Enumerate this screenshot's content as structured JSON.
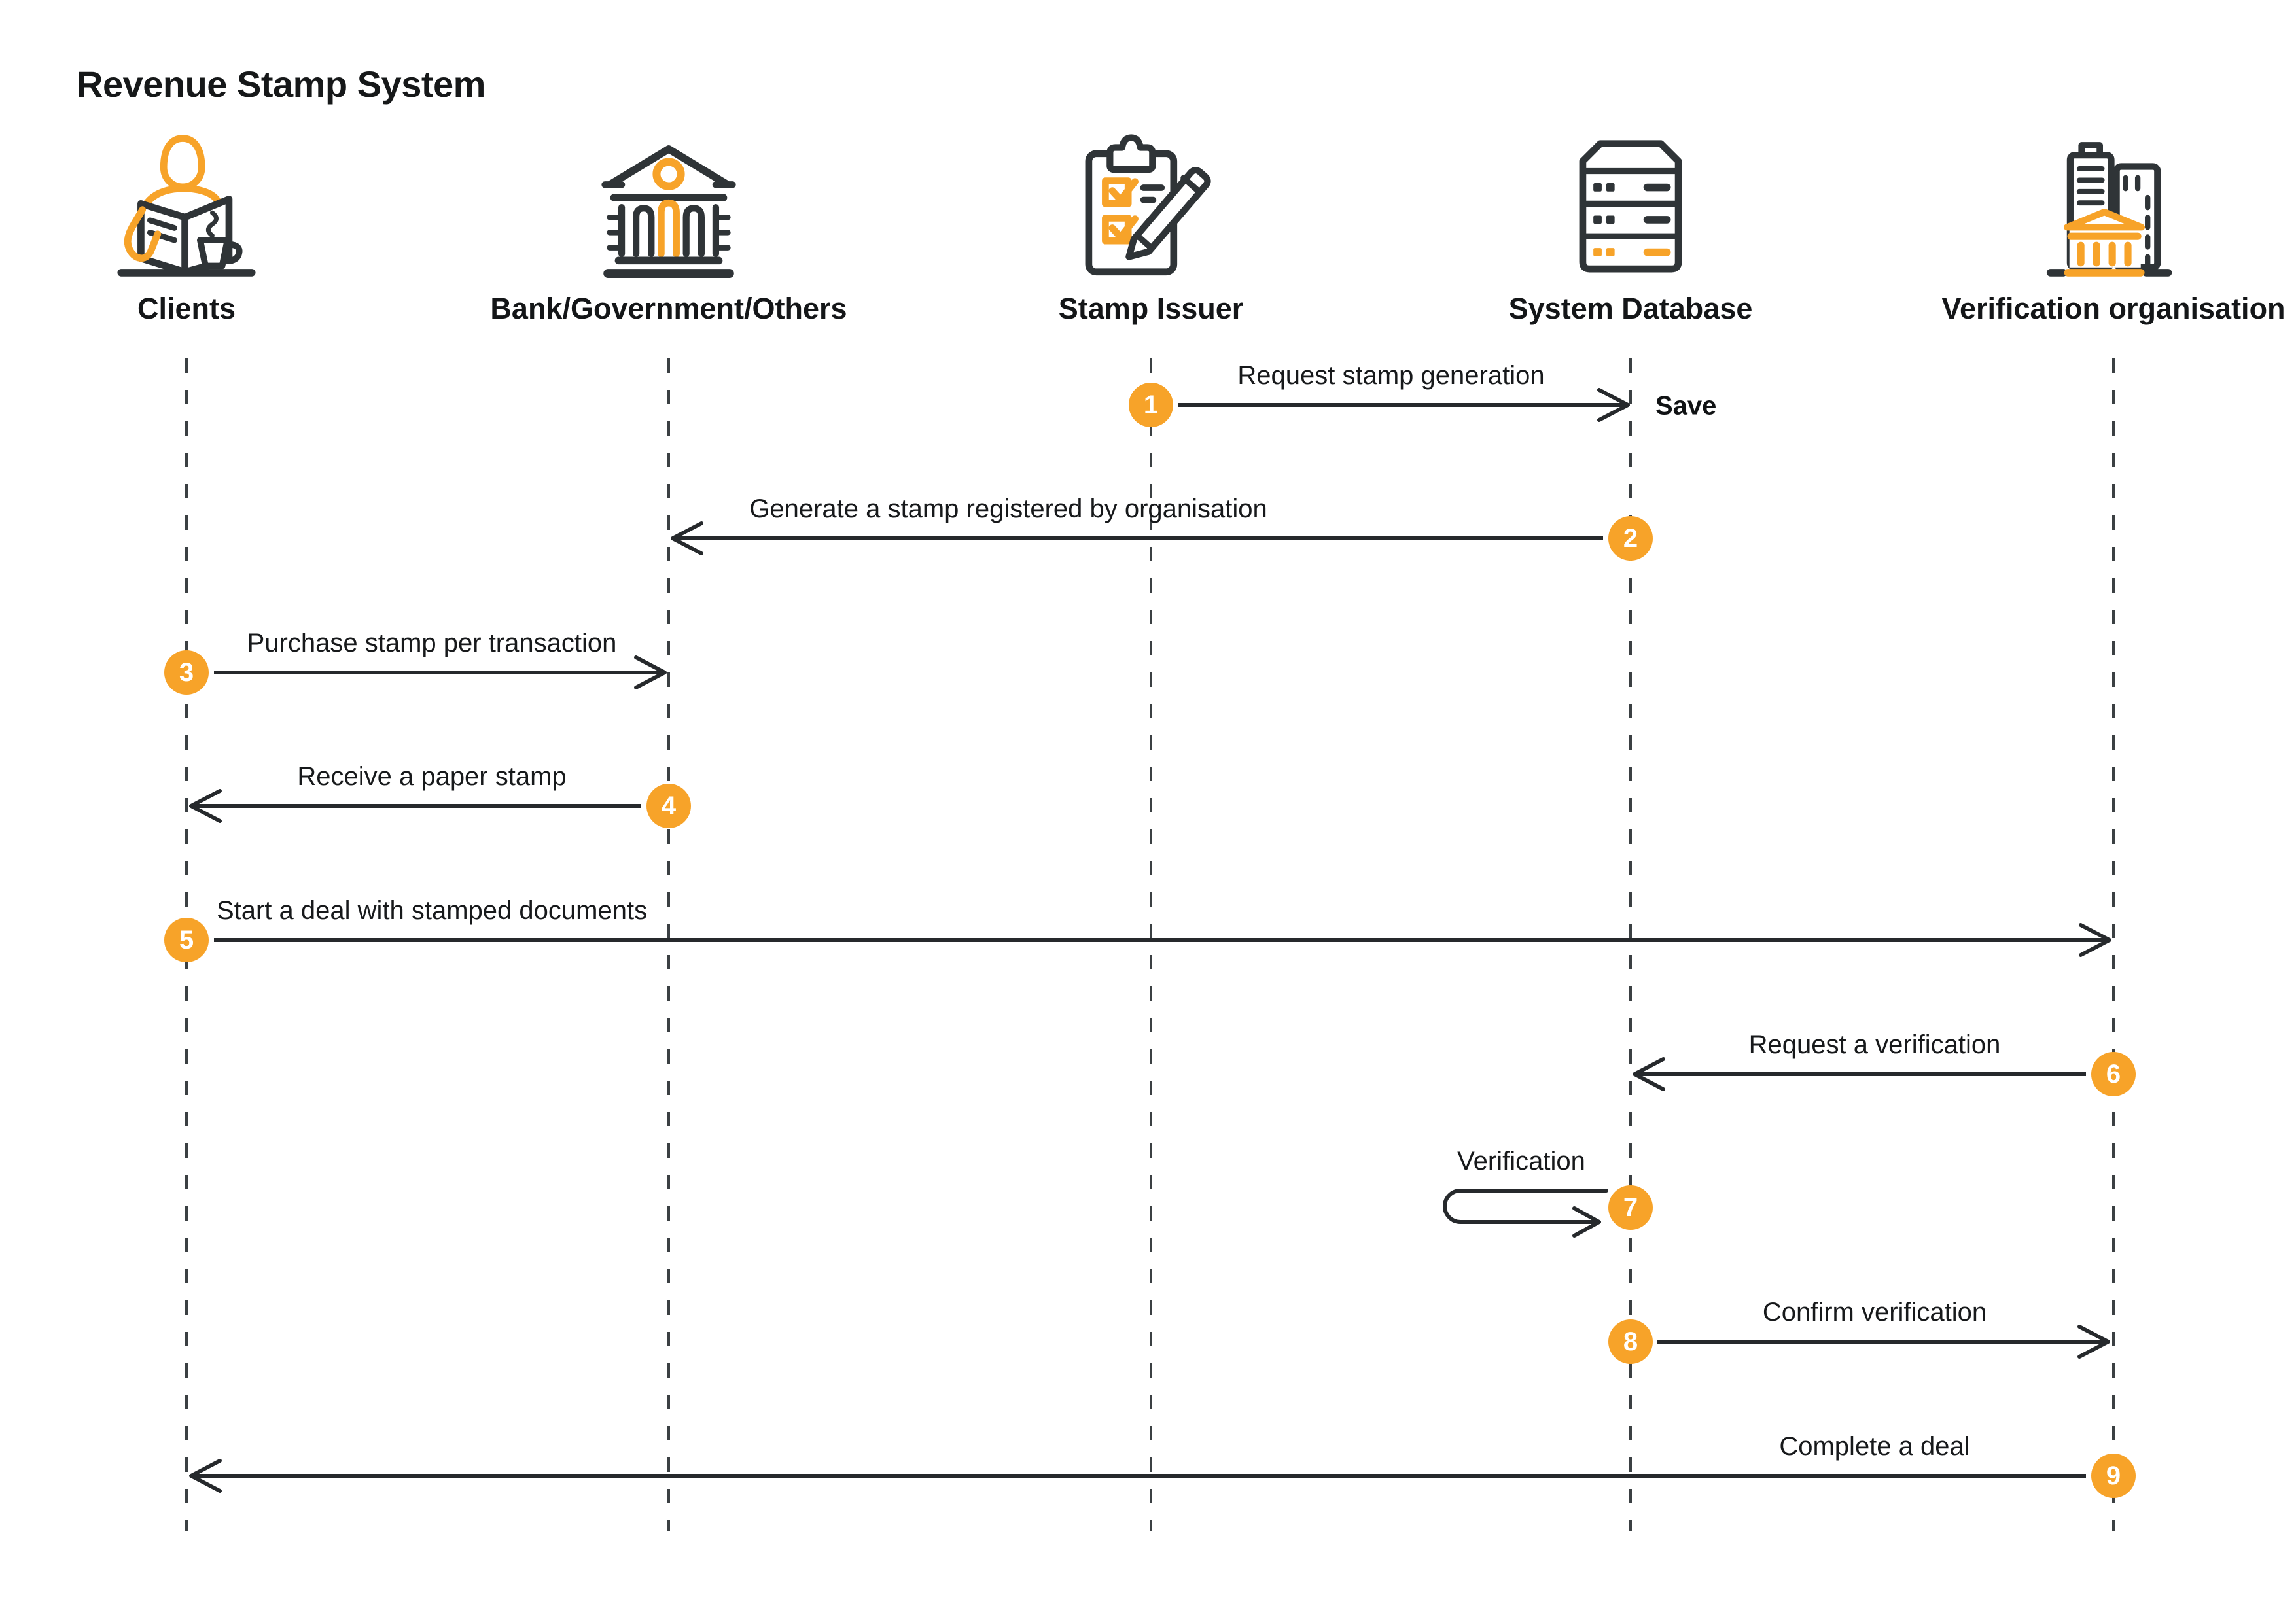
{
  "title": "Revenue Stamp System",
  "accent_color": "#F7A329",
  "actors": [
    {
      "name": "Clients",
      "icon": "person-reading-icon"
    },
    {
      "name": "Bank/Government/Others",
      "icon": "bank-building-icon"
    },
    {
      "name": "Stamp Issuer",
      "icon": "clipboard-pencil-icon"
    },
    {
      "name": "System Database",
      "icon": "database-server-icon"
    },
    {
      "name": "Verification organisation",
      "icon": "city-buildings-icon"
    }
  ],
  "messages": [
    {
      "number": "1",
      "label": "Request stamp generation",
      "from": "Stamp Issuer",
      "to": "System Database",
      "note": "Save"
    },
    {
      "number": "2",
      "label": "Generate a stamp registered by organisation",
      "from": "System Database",
      "to": "Bank/Government/Others"
    },
    {
      "number": "3",
      "label": "Purchase stamp per transaction",
      "from": "Clients",
      "to": "Bank/Government/Others"
    },
    {
      "number": "4",
      "label": "Receive a paper stamp",
      "from": "Bank/Government/Others",
      "to": "Clients"
    },
    {
      "number": "5",
      "label": "Start a deal with stamped documents",
      "from": "Clients",
      "to": "Verification organisation"
    },
    {
      "number": "6",
      "label": "Request a verification",
      "from": "Verification organisation",
      "to": "System Database"
    },
    {
      "number": "7",
      "label": "Verification",
      "from": "System Database",
      "to": "System Database"
    },
    {
      "number": "8",
      "label": "Confirm verification",
      "from": "System Database",
      "to": "Verification organisation"
    },
    {
      "number": "9",
      "label": "Complete a deal",
      "from": "Verification organisation",
      "to": "Clients"
    }
  ]
}
